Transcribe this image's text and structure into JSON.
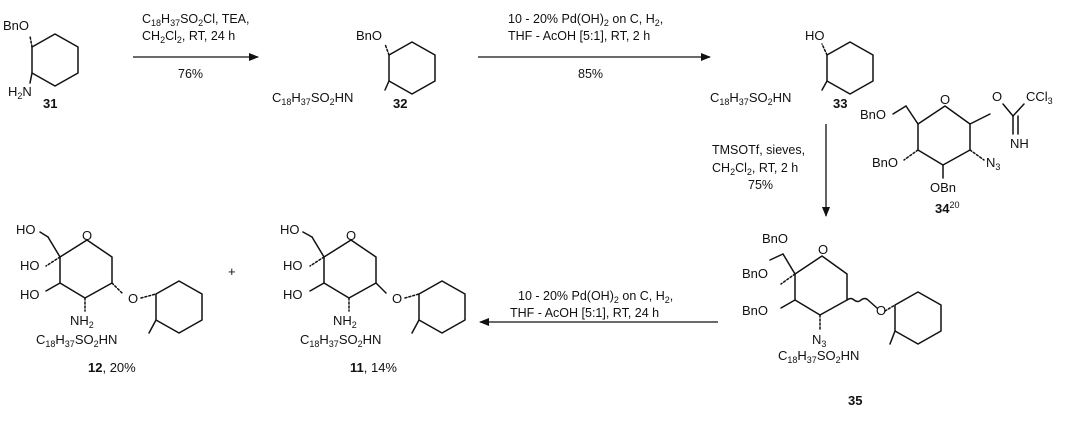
{
  "scheme": {
    "step1": {
      "reagents": "C18H37SO2Cl, TEA,",
      "solvent": "CH2Cl2, RT, 24 h",
      "yield": "76%"
    },
    "step2": {
      "reagents": "10 - 20% Pd(OH)2 on C, H2,",
      "solvent": "THF - AcOH [5:1], RT, 2 h",
      "yield": "85%"
    },
    "step3": {
      "line1": "TMSOTf, sieves,",
      "line2": "CH2Cl2, RT, 2 h",
      "yield": "75%"
    },
    "step4": {
      "reagents": "10 - 20% Pd(OH)2 on C, H2,",
      "solvent": "THF - AcOH [5:1], RT, 24 h"
    },
    "plus": "+",
    "compounds": {
      "c31": {
        "number": "31"
      },
      "c32": {
        "number": "32"
      },
      "c33": {
        "number": "33"
      },
      "c34": {
        "number": "34",
        "ref": "20"
      },
      "c35": {
        "number": "35"
      },
      "c11": {
        "number": "11",
        "yield": ", 14%"
      },
      "c12": {
        "number": "12",
        "yield": ", 20%"
      }
    },
    "labels": {
      "bno": "BnO",
      "obn": "OBn",
      "ho": "HO",
      "h2n": "H2N",
      "nh2": "NH2",
      "n3": "N3",
      "nh": "NH",
      "o": "O",
      "ccl3": "CCl3",
      "sulfonamide": "C18H37SO2HN"
    }
  }
}
